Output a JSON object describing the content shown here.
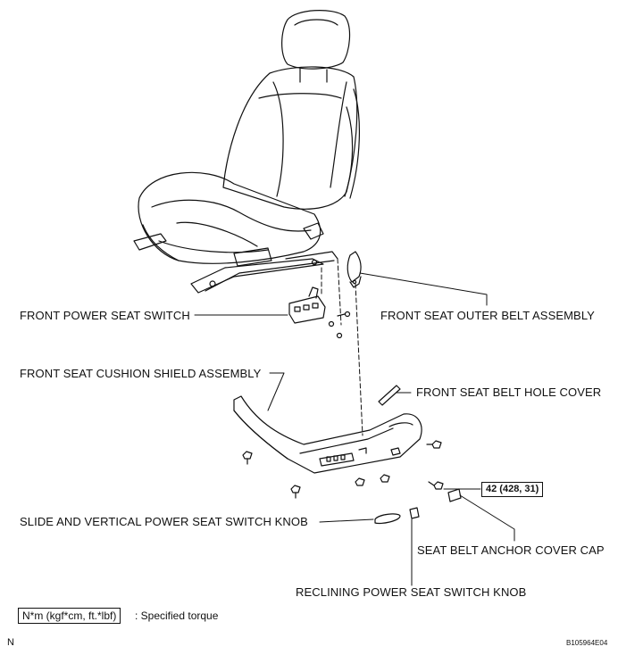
{
  "labels": {
    "front_power_seat_switch": "FRONT POWER SEAT SWITCH",
    "front_seat_outer_belt_assembly": "FRONT SEAT OUTER BELT ASSEMBLY",
    "front_seat_cushion_shield_assembly": "FRONT SEAT CUSHION SHIELD ASSEMBLY",
    "front_seat_belt_hole_cover": "FRONT SEAT BELT HOLE COVER",
    "slide_and_vertical_knob": "SLIDE AND VERTICAL POWER SEAT SWITCH KNOB",
    "seat_belt_anchor_cover_cap": "SEAT BELT ANCHOR COVER CAP",
    "reclining_knob": "RECLINING POWER SEAT SWITCH KNOB"
  },
  "torque_spec": "42 (428, 31)",
  "legend": {
    "box": "N*m (kgf*cm, ft.*lbf)",
    "text": ": Specified torque"
  },
  "corner_mark": "N",
  "figure_id": "B105964E04"
}
